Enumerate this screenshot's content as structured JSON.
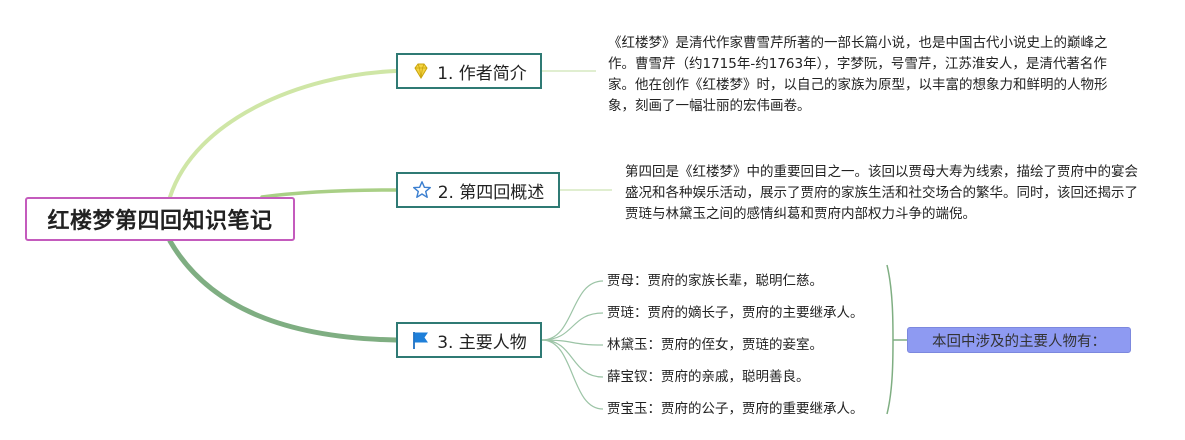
{
  "root": {
    "title": "红楼梦第四回知识笔记"
  },
  "branches": [
    {
      "label": "1. 作者简介",
      "icon": "gem-icon",
      "text": "《红楼梦》是清代作家曹雪芹所著的一部长篇小说，也是中国古代小说史上的巅峰之作。曹雪芹（约1715年-约1763年），字梦阮，号雪芹，江苏淮安人，是清代著名作家。他在创作《红楼梦》时，以自己的家族为原型，以丰富的想象力和鲜明的人物形象，刻画了一幅壮丽的宏伟画卷。"
    },
    {
      "label": "2. 第四回概述",
      "icon": "star-outline-icon",
      "text": "第四回是《红楼梦》中的重要回目之一。该回以贾母大寿为线索，描绘了贾府中的宴会盛况和各种娱乐活动，展示了贾府的家族生活和社交场合的繁华。同时，该回还揭示了贾琏与林黛玉之间的感情纠葛和贾府内部权力斗争的端倪。"
    },
    {
      "label": "3. 主要人物",
      "icon": "flag-icon",
      "characters": [
        "贾母：贾府的家族长辈，聪明仁慈。",
        "贾琏：贾府的嫡长子，贾府的主要继承人。",
        "林黛玉：贾府的侄女，贾琏的妾室。",
        "薛宝钗：贾府的亲戚，聪明善良。",
        "贾宝玉：贾府的公子，贾府的重要继承人。"
      ],
      "summary": "本回中涉及的主要人物有："
    }
  ],
  "colors": {
    "root_border": "#c45bbd",
    "branch_border": "#2f7a74",
    "branch1_line": "#c9e3a0",
    "branch2_line": "#a9cf86",
    "branch3_line": "#7fae82",
    "summary_fill": "#8e9af2"
  }
}
